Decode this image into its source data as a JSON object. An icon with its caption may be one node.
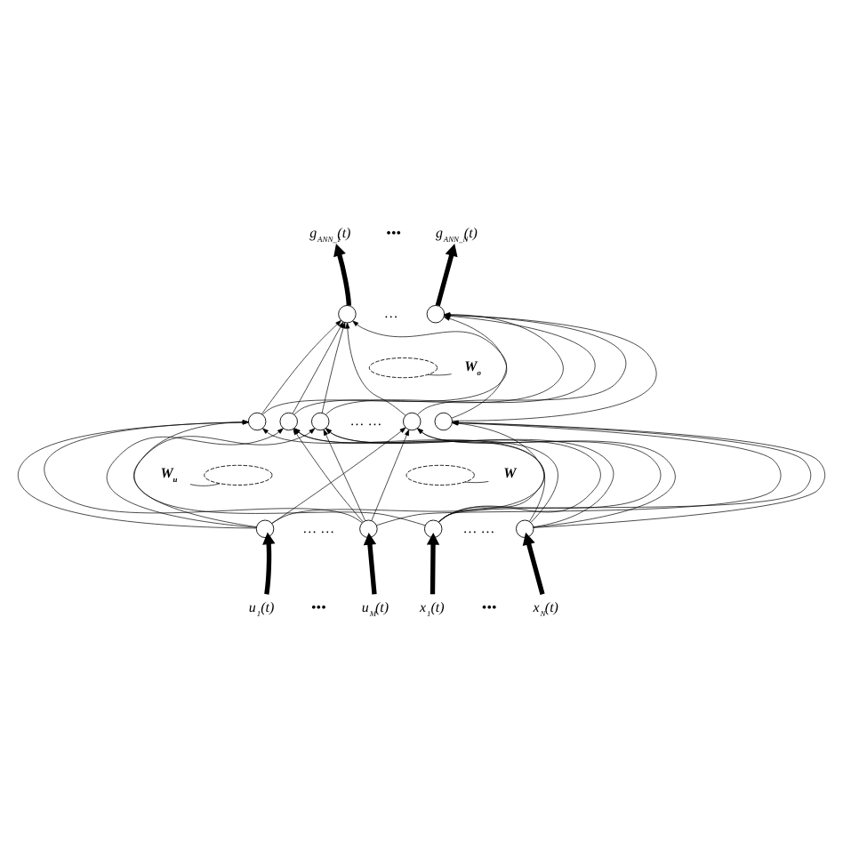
{
  "diagram": {
    "nodes": [
      {
        "text": [
          "g$_{ANN_1}$(t)"
        ]
      },
      {
        "text": [
          "g$_{ANN_N}$(t)"
        ]
      },
      {
        "text": [],
        "shape": "circle"
      },
      {
        "text": [],
        "shape": "circle"
      },
      {
        "text": [],
        "shape": "ellipse"
      },
      {
        "text": [],
        "shape": "circle"
      },
      {
        "text": [],
        "shape": "circle"
      },
      {
        "text": [],
        "shape": "circle"
      },
      {
        "text": [],
        "shape": "circle"
      },
      {
        "text": [],
        "shape": "circle"
      },
      {
        "text": [],
        "shape": "ellipse"
      },
      {
        "text": [],
        "shape": "ellipse"
      },
      {
        "text": [],
        "shape": "circle"
      },
      {
        "text": [],
        "shape": "circle"
      },
      {
        "text": [],
        "shape": "circle"
      },
      {
        "text": [],
        "shape": "circle"
      },
      {
        "text": [
          "u$_{1}$(t)"
        ]
      },
      {
        "text": [
          "u$_{M}$(t)"
        ]
      },
      {
        "text": [
          "x$_{1}$(t)"
        ]
      },
      {
        "text": [
          "x$_{N}$(t)"
        ]
      },
      {
        "text": [
          "W$_{o}$"
        ]
      },
      {
        "text": [
          "W$_{u}$"
        ]
      },
      {
        "text": [
          "W"
        ]
      }
    ],
    "edges": [
      {
        "from": 16,
        "to": 12,
        "arrow": "to",
        "style": "thick"
      },
      {
        "from": 17,
        "to": 13,
        "arrow": "to",
        "style": "thick"
      },
      {
        "from": 18,
        "to": 14,
        "arrow": "to",
        "style": "thick"
      },
      {
        "from": 19,
        "to": 15,
        "arrow": "to",
        "style": "thick"
      },
      {
        "from": 12,
        "to": 5,
        "arrow": "to"
      },
      {
        "from": 12,
        "to": 6,
        "arrow": "to"
      },
      {
        "from": 12,
        "to": 7,
        "arrow": "to"
      },
      {
        "from": 12,
        "to": 8,
        "arrow": "to"
      },
      {
        "from": 12,
        "to": 9,
        "arrow": "to"
      },
      {
        "from": 13,
        "to": 5,
        "arrow": "to"
      },
      {
        "from": 13,
        "to": 6,
        "arrow": "to"
      },
      {
        "from": 13,
        "to": 7,
        "arrow": "to"
      },
      {
        "from": 13,
        "to": 8,
        "arrow": "to"
      },
      {
        "from": 13,
        "to": 9,
        "arrow": "to"
      },
      {
        "from": 14,
        "to": 5,
        "arrow": "to"
      },
      {
        "from": 14,
        "to": 6,
        "arrow": "to"
      },
      {
        "from": 14,
        "to": 7,
        "arrow": "to"
      },
      {
        "from": 14,
        "to": 8,
        "arrow": "to"
      },
      {
        "from": 14,
        "to": 9,
        "arrow": "to"
      },
      {
        "from": 15,
        "to": 5,
        "arrow": "to"
      },
      {
        "from": 15,
        "to": 6,
        "arrow": "to"
      },
      {
        "from": 15,
        "to": 7,
        "arrow": "to"
      },
      {
        "from": 15,
        "to": 8,
        "arrow": "to"
      },
      {
        "from": 15,
        "to": 9,
        "arrow": "to"
      },
      {
        "from": 5,
        "to": 2,
        "arrow": "to"
      },
      {
        "from": 5,
        "to": 3,
        "arrow": "to"
      },
      {
        "from": 6,
        "to": 2,
        "arrow": "to"
      },
      {
        "from": 6,
        "to": 3,
        "arrow": "to"
      },
      {
        "from": 7,
        "to": 2,
        "arrow": "to"
      },
      {
        "from": 7,
        "to": 3,
        "arrow": "to"
      },
      {
        "from": 8,
        "to": 2,
        "arrow": "to"
      },
      {
        "from": 8,
        "to": 3,
        "arrow": "to"
      },
      {
        "from": 9,
        "to": 2,
        "arrow": "to"
      },
      {
        "from": 9,
        "to": 3,
        "arrow": "to"
      },
      {
        "from": 2,
        "to": 0,
        "arrow": "to",
        "style": "thick"
      },
      {
        "from": 3,
        "to": 1,
        "arrow": "to",
        "style": "thick"
      },
      {
        "from": 20,
        "to": 4,
        "arrow": "none"
      },
      {
        "from": 21,
        "to": 10,
        "arrow": "none"
      },
      {
        "from": 22,
        "to": 11,
        "arrow": "none"
      }
    ],
    "labels": [
      "•••",
      "…",
      "… …",
      "… …",
      "… …",
      "•••",
      "•••"
    ]
  }
}
